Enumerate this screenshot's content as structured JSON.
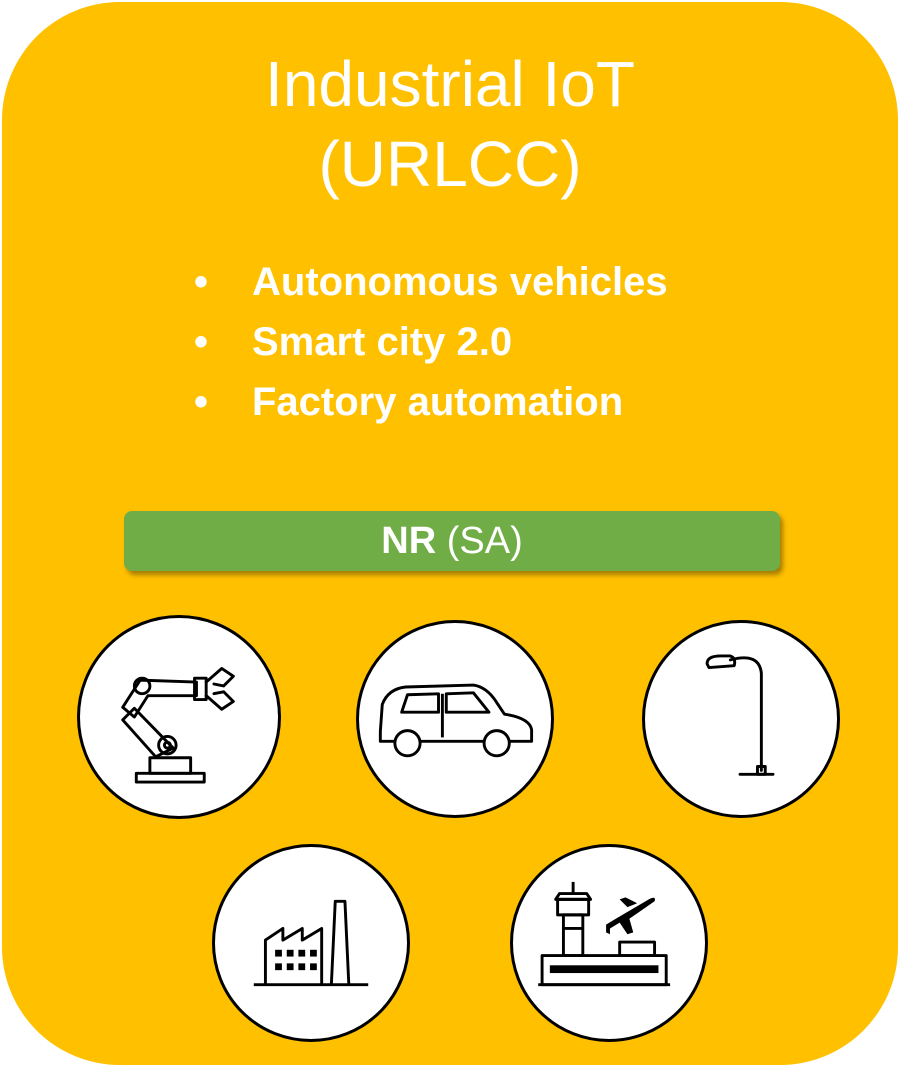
{
  "title": {
    "line1": "Industrial IoT",
    "line2": "(URLCC)"
  },
  "bullets": [
    "Autonomous vehicles",
    "Smart city 2.0",
    "Factory automation"
  ],
  "bullet_glyph": "•",
  "nr_bar": {
    "bold": "NR",
    "normal": "(SA)"
  },
  "icons": [
    "robot-arm-icon",
    "car-icon",
    "street-lamp-icon",
    "factory-icon",
    "airport-icon"
  ],
  "colors": {
    "card": "#FFC000",
    "bar": "#70AD47",
    "text": "#FFFFFF"
  }
}
